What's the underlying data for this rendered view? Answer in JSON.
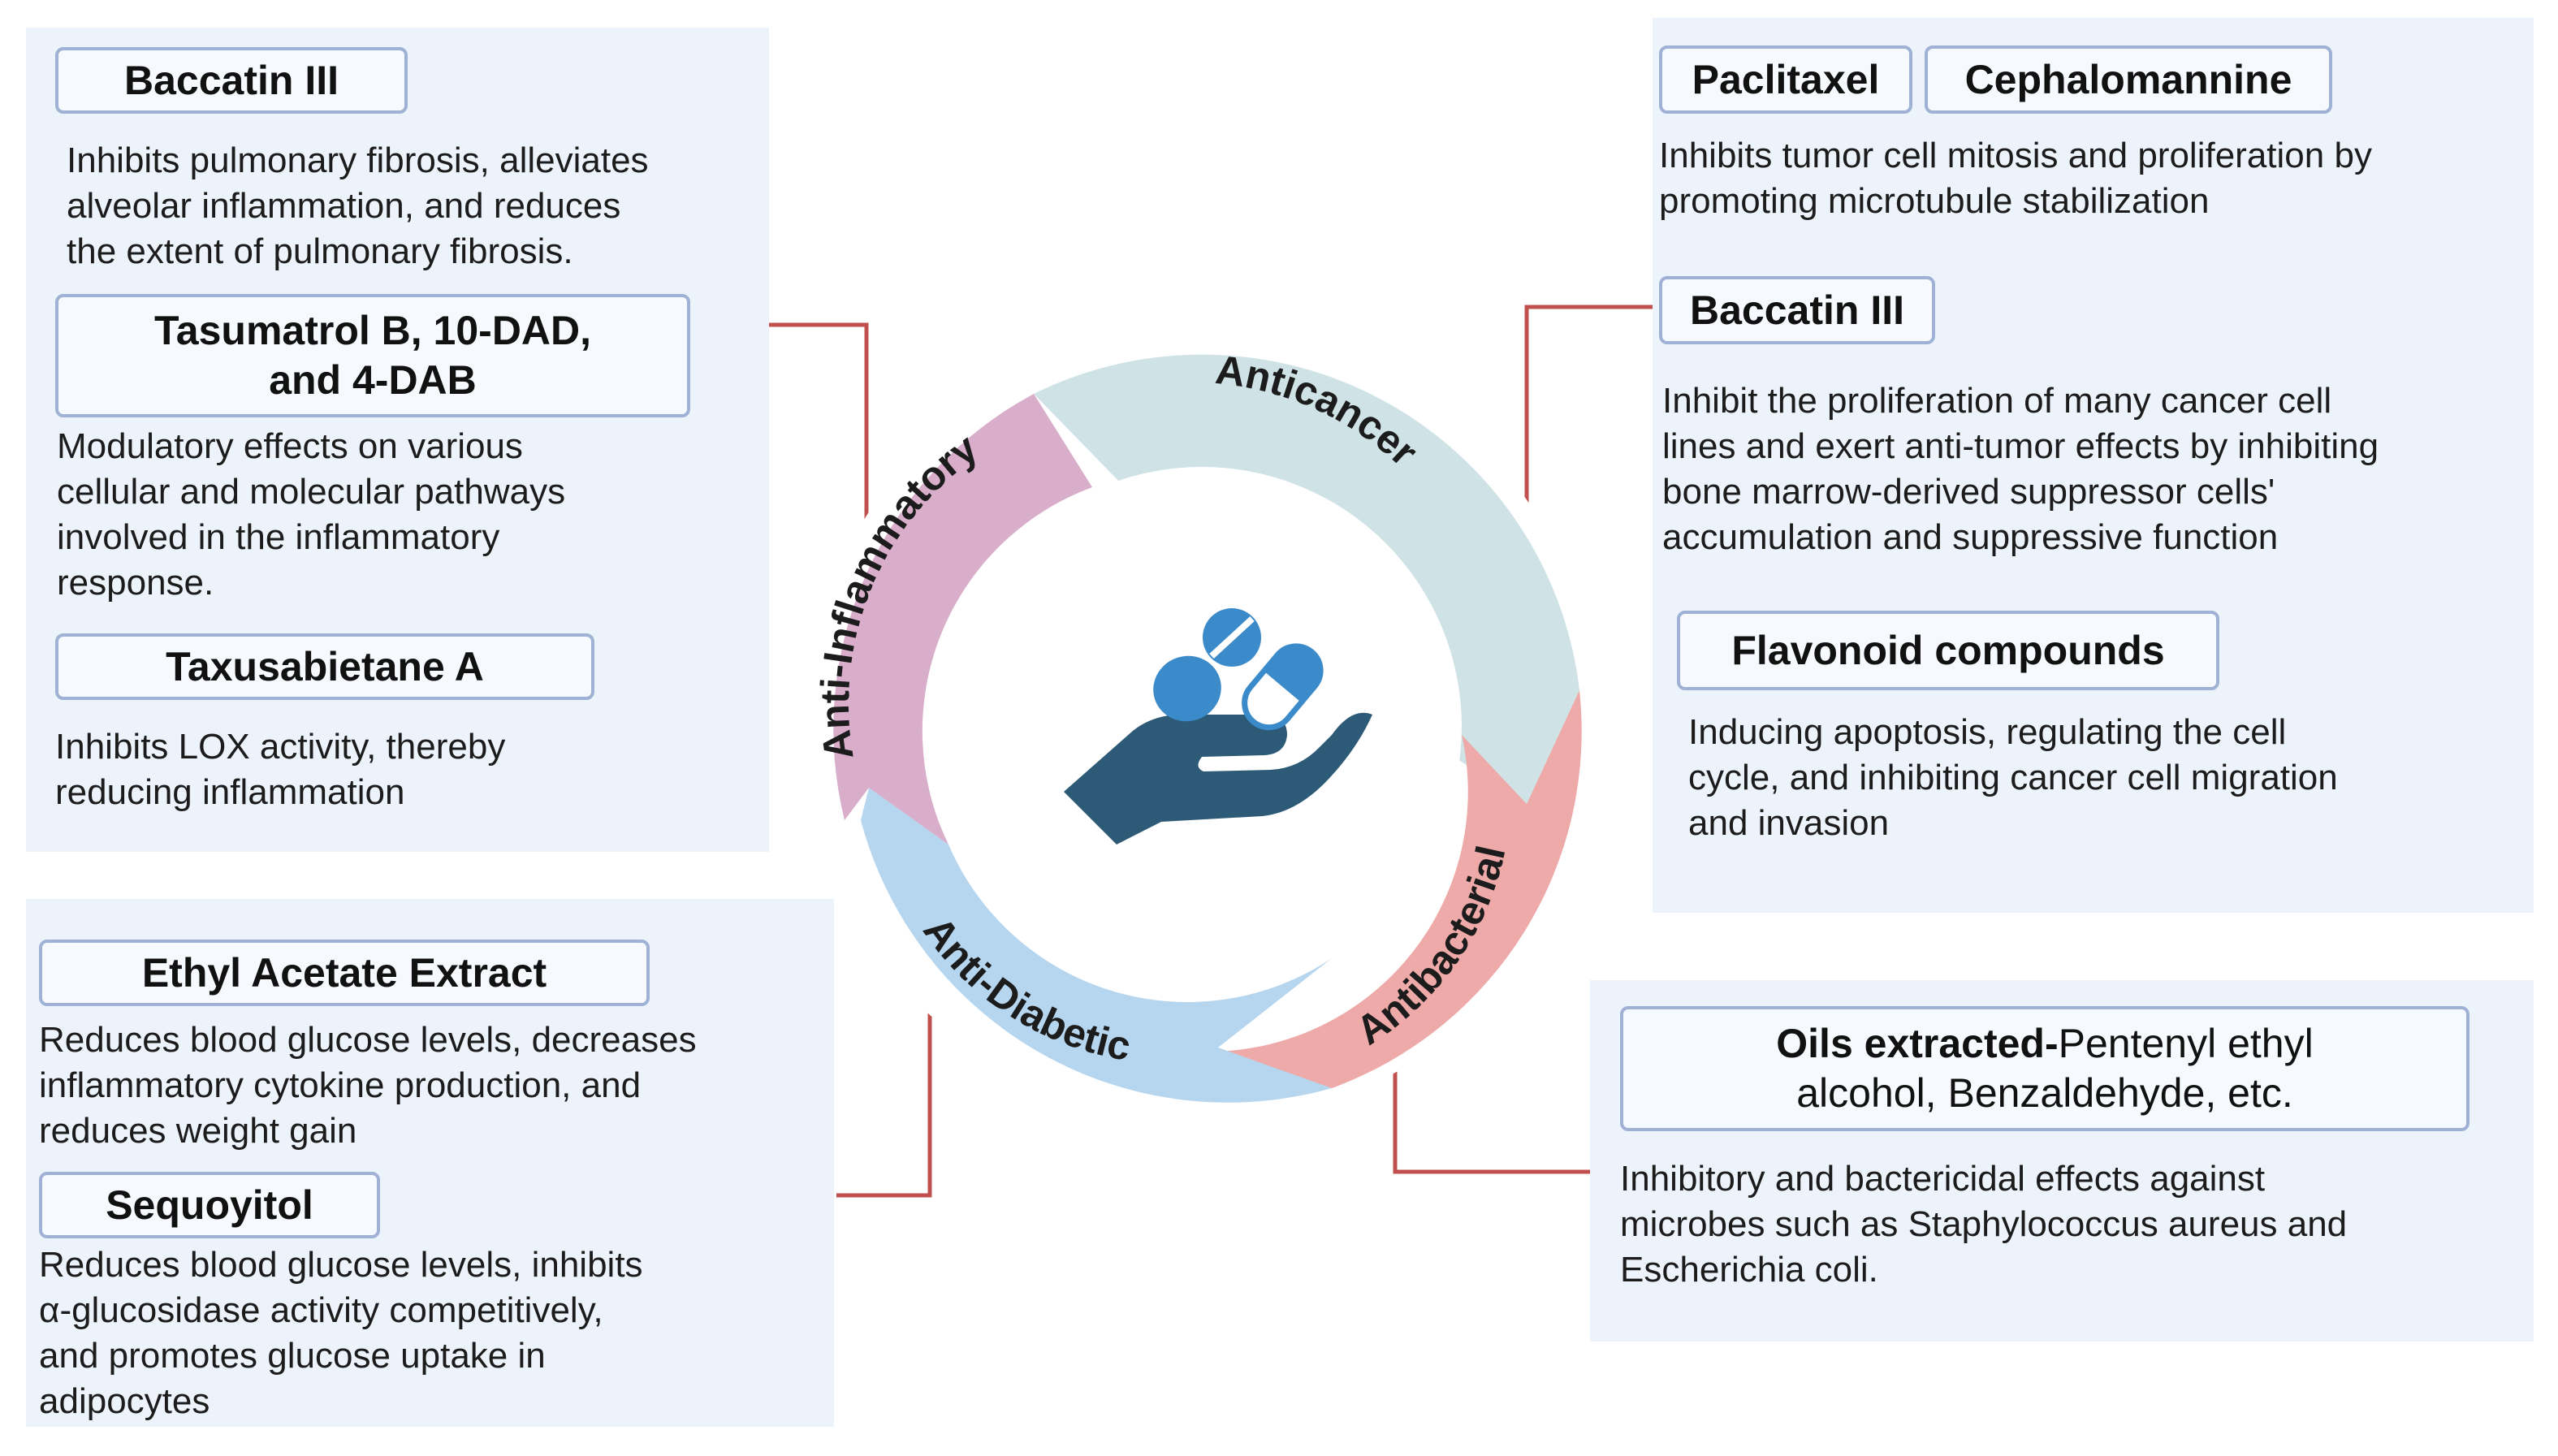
{
  "colors": {
    "panel_bg": "#edf3fb",
    "pill_border": "#9fb1d4",
    "connector": "#c0504d",
    "seg_anticancer": "#cfe3e6",
    "seg_antibacterial": "#eeaaa8",
    "seg_antidiabetic": "#b6d5ee",
    "seg_antiinflammatory": "#d9aecb",
    "icon_hand": "#2c5a77",
    "icon_pill": "#3b8ac9"
  },
  "center_icon": "hand-with-pills-icon",
  "wheel": {
    "anticancer": "Anticancer",
    "antibacterial": "Antibacterial",
    "antidiabetic": "Anti-Diabetic",
    "antiinflammatory": "Anti-Inflammatory"
  },
  "inflammatory": {
    "baccatin": {
      "label": "Baccatin III",
      "desc": "Inhibits pulmonary fibrosis, alleviates\nalveolar inflammation, and reduces\nthe extent of pulmonary fibrosis."
    },
    "tasumatrol": {
      "label": "Tasumatrol B, 10-DAD,\nand 4-DAB",
      "desc": "Modulatory effects on various\ncellular and molecular pathways\ninvolved in the inflammatory\nresponse."
    },
    "taxusabietane": {
      "label": "Taxusabietane A",
      "desc": "Inhibits LOX activity, thereby\nreducing inflammation"
    }
  },
  "diabetic": {
    "ethyl": {
      "label": "Ethyl Acetate Extract",
      "desc": "Reduces blood glucose levels, decreases\ninflammatory cytokine production, and\nreduces weight gain"
    },
    "sequoyitol": {
      "label": "Sequoyitol",
      "desc": "Reduces blood glucose levels, inhibits\nα-glucosidase activity competitively,\nand promotes glucose uptake in\nadipocytes"
    }
  },
  "cancer": {
    "paclitaxel": "Paclitaxel",
    "cephalomannine": "Cephalomannine",
    "paclitaxel_desc": "Inhibits tumor cell mitosis and proliferation by\npromoting microtubule stabilization",
    "baccatin": {
      "label": "Baccatin III",
      "desc": "Inhibit the proliferation of many cancer cell\nlines and exert anti-tumor effects by inhibiting\nbone marrow-derived suppressor cells'\naccumulation and suppressive function"
    },
    "flavonoid": {
      "label": "Flavonoid compounds",
      "desc": "Inducing apoptosis, regulating the cell\ncycle, and inhibiting cancer cell migration\nand invasion"
    }
  },
  "bacterial": {
    "oils_bold": "Oils extracted-",
    "oils_rest_line1": "Pentenyl ethyl",
    "oils_line2": "alcohol, Benzaldehyde, etc.",
    "desc": "Inhibitory and bactericidal effects against\nmicrobes such as Staphylococcus aureus and\nEscherichia coli."
  }
}
